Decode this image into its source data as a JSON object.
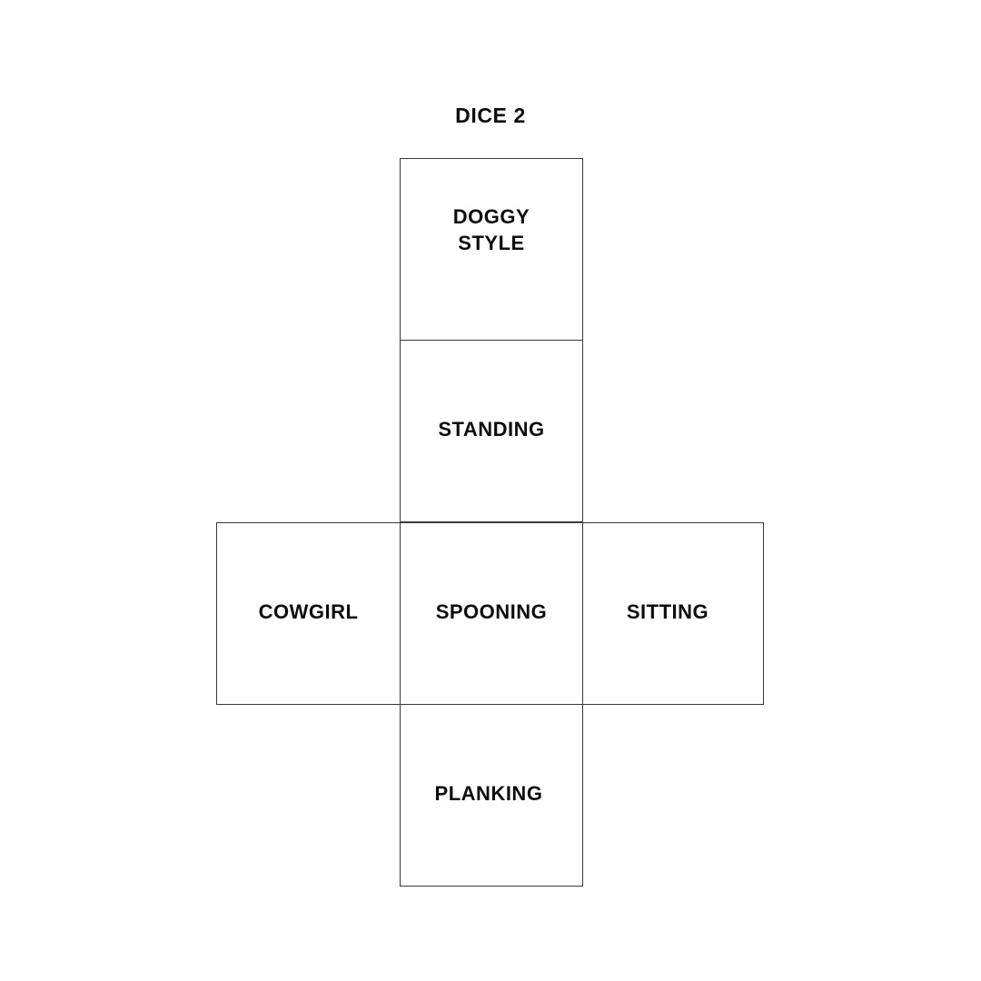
{
  "page": {
    "background_color": "#ffffff",
    "title": "DICE 2"
  },
  "style": {
    "line_color": "#3a3a3a",
    "text_color": "#0d0d0d"
  },
  "dice_net": {
    "shape": "cross",
    "faces": [
      {
        "position": "top",
        "label": "DOGGY\nSTYLE"
      },
      {
        "position": "upper",
        "label": "STANDING"
      },
      {
        "position": "left",
        "label": "COWGIRL"
      },
      {
        "position": "center",
        "label": "SPOONING"
      },
      {
        "position": "right",
        "label": "SITTING"
      },
      {
        "position": "bottom",
        "label": "PLANKING"
      }
    ]
  }
}
